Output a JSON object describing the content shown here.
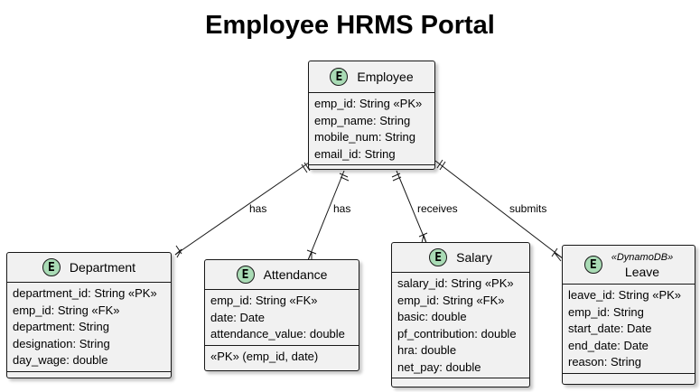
{
  "diagram": {
    "title": "Employee HRMS Portal",
    "badge_letter": "E",
    "badge_color": "#a9dbb5",
    "entities": {
      "employee": {
        "name": "Employee",
        "attributes": [
          "emp_id: String «PK»",
          "emp_name: String",
          "mobile_num: String",
          "email_id: String"
        ]
      },
      "department": {
        "name": "Department",
        "attributes": [
          "department_id: String «PK»",
          "emp_id: String «FK»",
          "department: String",
          "designation: String",
          "day_wage: double"
        ]
      },
      "attendance": {
        "name": "Attendance",
        "attributes": [
          "emp_id: String «FK»",
          "date: Date",
          "attendance_value: double"
        ],
        "constraints": [
          "«PK» (emp_id, date)"
        ]
      },
      "salary": {
        "name": "Salary",
        "attributes": [
          "salary_id: String «PK»",
          "emp_id: String «FK»",
          "basic: double",
          "pf_contribution: double",
          "hra: double",
          "net_pay: double"
        ]
      },
      "leave": {
        "stereotype": "«DynamoDB»",
        "name": "Leave",
        "attributes": [
          "leave_id: String «PK»",
          "emp_id: String",
          "start_date: Date",
          "end_date: Date",
          "reason: String"
        ]
      }
    },
    "relationships": [
      {
        "from": "Employee",
        "to": "Department",
        "label": "has"
      },
      {
        "from": "Employee",
        "to": "Attendance",
        "label": "has"
      },
      {
        "from": "Employee",
        "to": "Salary",
        "label": "receives"
      },
      {
        "from": "Employee",
        "to": "Leave",
        "label": "submits"
      }
    ]
  }
}
